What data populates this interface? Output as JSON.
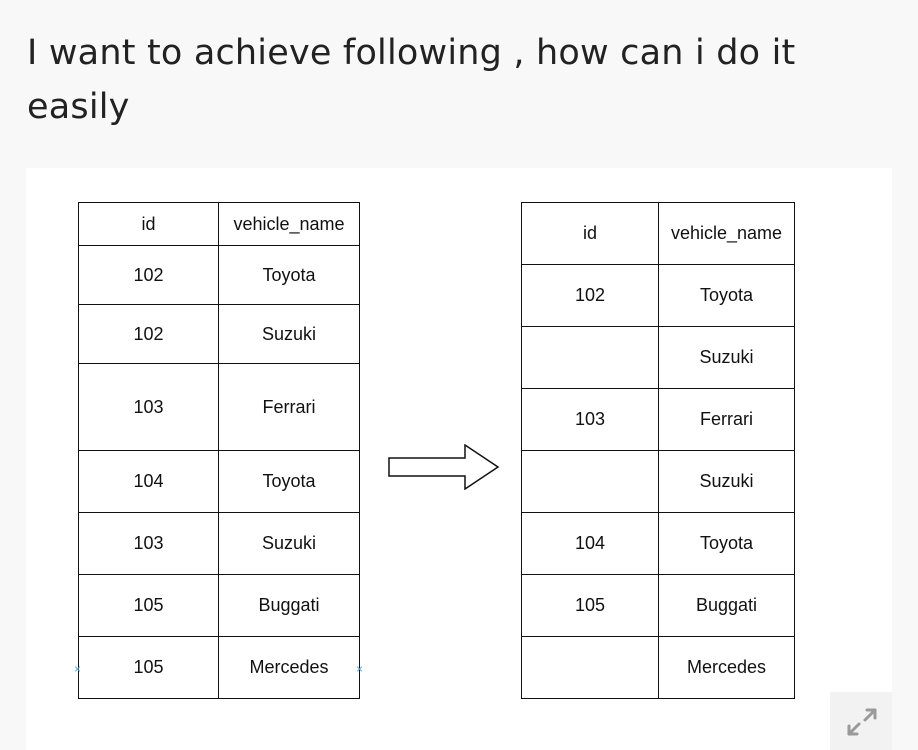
{
  "question": {
    "text": "I want to achieve following , how can i do it easily"
  },
  "left_table": {
    "headers": [
      "id",
      "vehicle_name"
    ],
    "rows": [
      [
        "102",
        "Toyota"
      ],
      [
        "102",
        "Suzuki"
      ],
      [
        "103",
        "Ferrari"
      ],
      [
        "104",
        "Toyota"
      ],
      [
        "103",
        "Suzuki"
      ],
      [
        "105",
        "Buggati"
      ],
      [
        "105",
        "Mercedes"
      ]
    ]
  },
  "right_table": {
    "headers": [
      "id",
      "vehicle_name"
    ],
    "rows": [
      [
        "102",
        "Toyota"
      ],
      [
        "",
        "Suzuki"
      ],
      [
        "103",
        "Ferrari"
      ],
      [
        "",
        "Suzuki"
      ],
      [
        "104",
        "Toyota"
      ],
      [
        "105",
        "Buggati"
      ],
      [
        "",
        "Mercedes"
      ]
    ]
  },
  "icons": {
    "arrow": "right-arrow-icon",
    "expand": "expand-icon"
  },
  "colors": {
    "background": "#f8f8f8",
    "image_background": "#ffffff",
    "text": "#222222",
    "border": "#111111",
    "handle": "#4aa3d8",
    "expand_icon": "#9a9a9a"
  }
}
